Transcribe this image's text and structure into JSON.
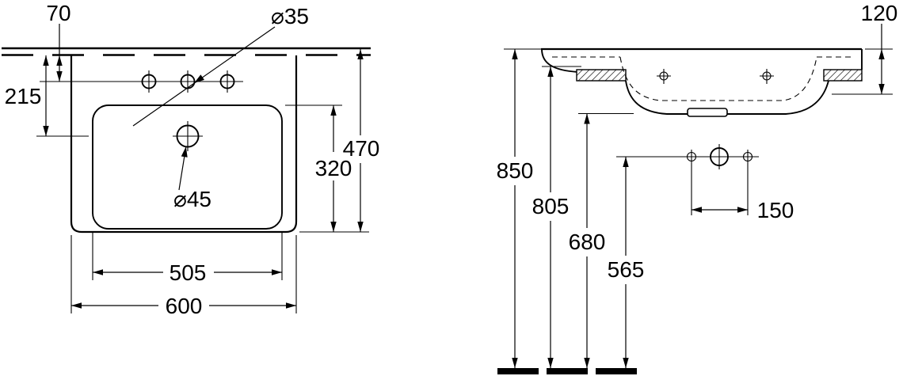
{
  "colors": {
    "line": "#000000",
    "background": "#ffffff"
  },
  "top_view": {
    "dim_tap_hole_offset": "70",
    "dim_drain_offset": "215",
    "dim_total_depth": "470",
    "dim_inner_depth": "320",
    "dim_inner_width": "505",
    "dim_total_width": "600",
    "label_tap_hole_diameter": "⌀35",
    "label_drain_diameter": "⌀45"
  },
  "side_view": {
    "dim_rim_depth": "120",
    "dim_height_total": "850",
    "dim_height_rim_underside": "805",
    "dim_height_bowl_bottom": "680",
    "dim_height_connections": "565",
    "dim_connection_spacing": "150"
  }
}
